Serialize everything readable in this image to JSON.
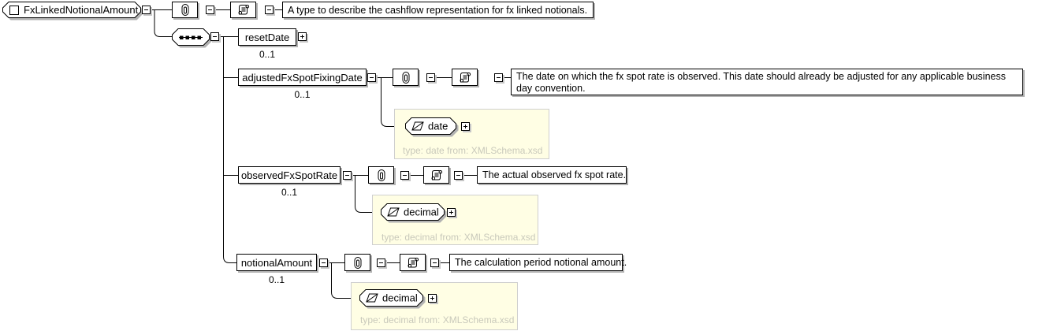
{
  "diagram": {
    "root": {
      "label": "FxLinkedNotionalAmount",
      "annotation": "A type to describe the cashflow representation for fx linked notionals."
    },
    "compositor": "sequence",
    "children": [
      {
        "name": "resetDate",
        "cardinality": "0..1"
      },
      {
        "name": "adjustedFxSpotFixingDate",
        "cardinality": "0..1",
        "annotation": "The date on which the fx spot rate is observed. This date should already be adjusted for any applicable business day convention.",
        "type": {
          "name": "date",
          "source": "type: date from: XMLSchema.xsd"
        }
      },
      {
        "name": "observedFxSpotRate",
        "cardinality": "0..1",
        "annotation": "The actual observed fx spot rate.",
        "type": {
          "name": "decimal",
          "source": "type: decimal from: XMLSchema.xsd"
        }
      },
      {
        "name": "notionalAmount",
        "cardinality": "0..1",
        "annotation": "The calculation period notional amount.",
        "type": {
          "name": "decimal",
          "source": "type: decimal from: XMLSchema.xsd"
        }
      }
    ],
    "icons": {
      "complex_type": "square-icon",
      "sequence": "sequence-dots-icon",
      "annotation": "paperclip-icon",
      "documentation": "scroll-icon",
      "simple_type": "parallelogram-icon",
      "collapse": "minus-icon",
      "expand": "plus-icon"
    },
    "colors": {
      "canvas_bg": "#ffffff",
      "node_bg": "#ffffff",
      "node_border": "#000000",
      "shadow": "#b2b2b2",
      "panel_bg": "#fffee4",
      "panel_border": "#cfcfcf",
      "type_text": "#c9c9bb"
    }
  }
}
